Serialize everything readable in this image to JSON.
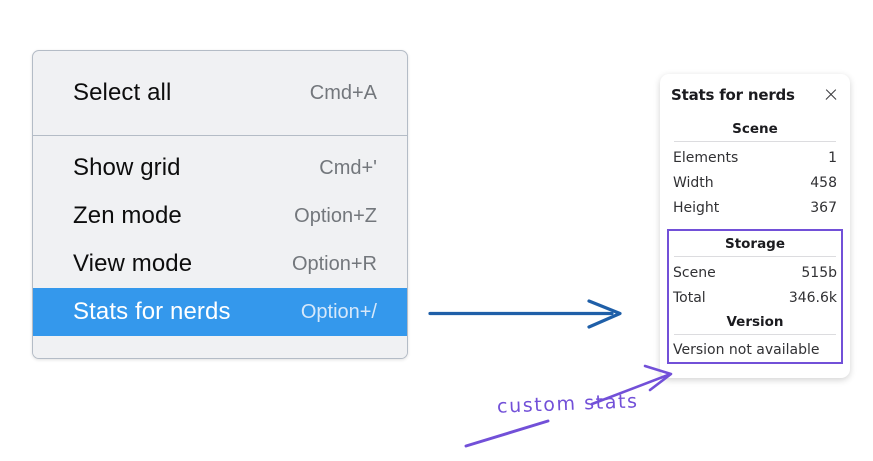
{
  "menu": {
    "name": "context-menu",
    "sections": [
      {
        "items": [
          {
            "label": "Select all",
            "shortcut": "Cmd+A",
            "selected": false
          }
        ]
      },
      {
        "items": [
          {
            "label": "Show grid",
            "shortcut": "Cmd+'",
            "selected": false
          },
          {
            "label": "Zen mode",
            "shortcut": "Option+Z",
            "selected": false
          },
          {
            "label": "View mode",
            "shortcut": "Option+R",
            "selected": false
          },
          {
            "label": "Stats for nerds",
            "shortcut": "Option+/",
            "selected": true
          }
        ]
      }
    ]
  },
  "panel": {
    "title": "Stats for nerds",
    "close_icon": "close-icon",
    "scene": {
      "heading": "Scene",
      "rows": [
        {
          "key": "Elements",
          "value": "1"
        },
        {
          "key": "Width",
          "value": "458"
        },
        {
          "key": "Height",
          "value": "367"
        }
      ]
    },
    "storage": {
      "heading": "Storage",
      "rows": [
        {
          "key": "Scene",
          "value": "515b"
        },
        {
          "key": "Total",
          "value": "346.6k"
        }
      ]
    },
    "version": {
      "heading": "Version",
      "text": "Version not available"
    }
  },
  "annotations": {
    "custom_stats_label": "custom stats",
    "arrow_blue_color": "#1f5fa8",
    "arrow_purple_color": "#7250d8",
    "highlight_box_color": "#7250d8"
  },
  "colors": {
    "menu_background": "#f0f1f3",
    "menu_border": "#b4bcc6",
    "selection_blue": "#3498ec",
    "shortcut_gray": "#73777c",
    "panel_background": "#ffffff"
  }
}
